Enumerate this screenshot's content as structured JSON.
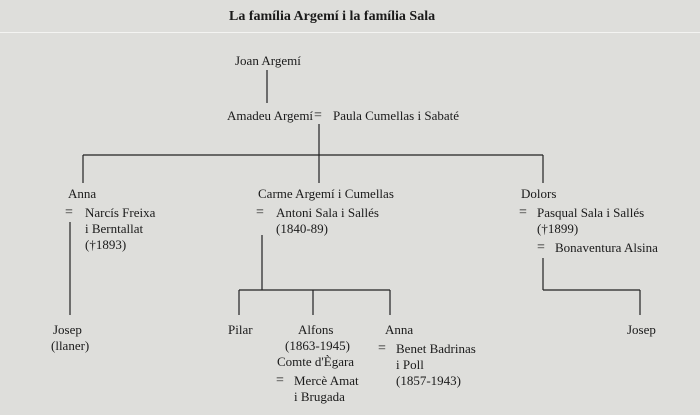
{
  "title": "La família Argemí i la família Sala",
  "root": "Joan Argemí",
  "couple": {
    "husband": "Amadeu Argemí",
    "marriage": "=",
    "wife": "Paula Cumellas i Sabaté"
  },
  "children": {
    "anna": {
      "name": "Anna",
      "marriage": "=",
      "spouse_lines": [
        "Narcís Freixa",
        "i Berntallat",
        "(†1893)"
      ]
    },
    "carme": {
      "name": "Carme Argemí i Cumellas",
      "marriage": "=",
      "spouse_lines": [
        "Antoni Sala i Sallés",
        "(1840-89)"
      ]
    },
    "dolors": {
      "name": "Dolors",
      "marriage": "=",
      "spouse_lines": [
        "Pasqual Sala i Sallés",
        "(†1899)"
      ],
      "marriage2": "=",
      "spouse2": "Bonaventura Alsina"
    }
  },
  "grandchildren": {
    "josep_anna": [
      "Josep",
      "(llaner)"
    ],
    "pilar": "Pilar",
    "alfons": {
      "lines": [
        "Alfons",
        "(1863-1945)",
        "Comte d'Ègara"
      ],
      "marriage": "=",
      "spouse_lines": [
        "Mercè Amat",
        "i Brugada"
      ]
    },
    "anna_carme": {
      "name": "Anna",
      "marriage": "=",
      "spouse_lines": [
        "Benet Badrinas",
        "i Poll",
        "(1857-1943)"
      ]
    },
    "josep_dolors": "Josep"
  }
}
